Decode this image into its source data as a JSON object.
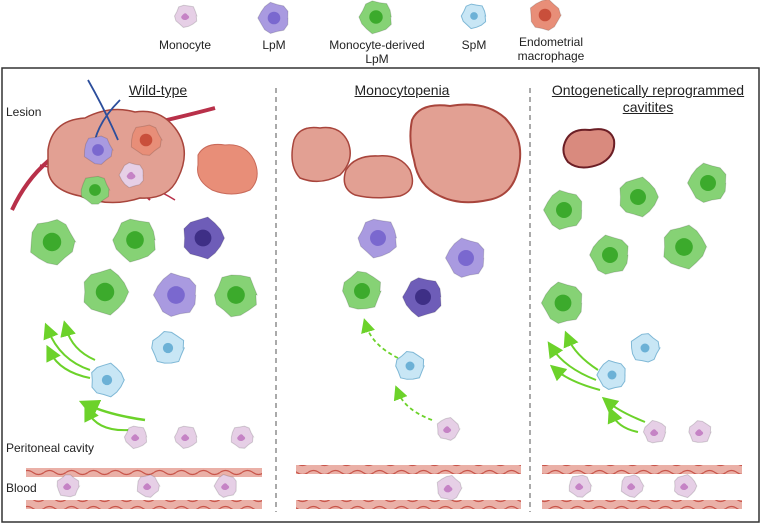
{
  "legend": [
    {
      "label": "Monocyte",
      "cell": "monocyte"
    },
    {
      "label": "LpM",
      "cell": "lpm"
    },
    {
      "label": "Monocyte-derived\nLpM",
      "cell": "modlpm"
    },
    {
      "label": "SpM",
      "cell": "spm"
    },
    {
      "label": "Endometrial\nmacrophage",
      "cell": "endo"
    }
  ],
  "panels": [
    {
      "title": "Wild-type",
      "arrows": "solid"
    },
    {
      "title": "Monocytopenia",
      "arrows": "dashed"
    },
    {
      "title": "Ontogenetically reprogrammed\ncavitites",
      "arrows": "solid"
    }
  ],
  "side_labels": {
    "lesion": "Lesion",
    "peritoneal": "Peritoneal cavity",
    "blood": "Blood"
  },
  "colors": {
    "monocyte": "#e6cfe6",
    "monocyte_nucleus": "#c583c5",
    "lpm": "#a99ae0",
    "lpm_nucleus": "#7a68cf",
    "lpm_dark": "#6e5db8",
    "lpm_dark_nucleus": "#3e2f86",
    "modlpm": "#86d275",
    "modlpm_nucleus": "#3caa2c",
    "spm": "#c8e6f5",
    "spm_nucleus": "#6cb1d6",
    "endo": "#e88e78",
    "endo_nucleus": "#c94f3b",
    "lesion": "#e2a093",
    "lesion_edge": "#a8453c",
    "vessel": "#b83049",
    "vein": "#2c4e9c",
    "blood_vessel": "#e9a39a",
    "arrow": "#6cd22a"
  }
}
